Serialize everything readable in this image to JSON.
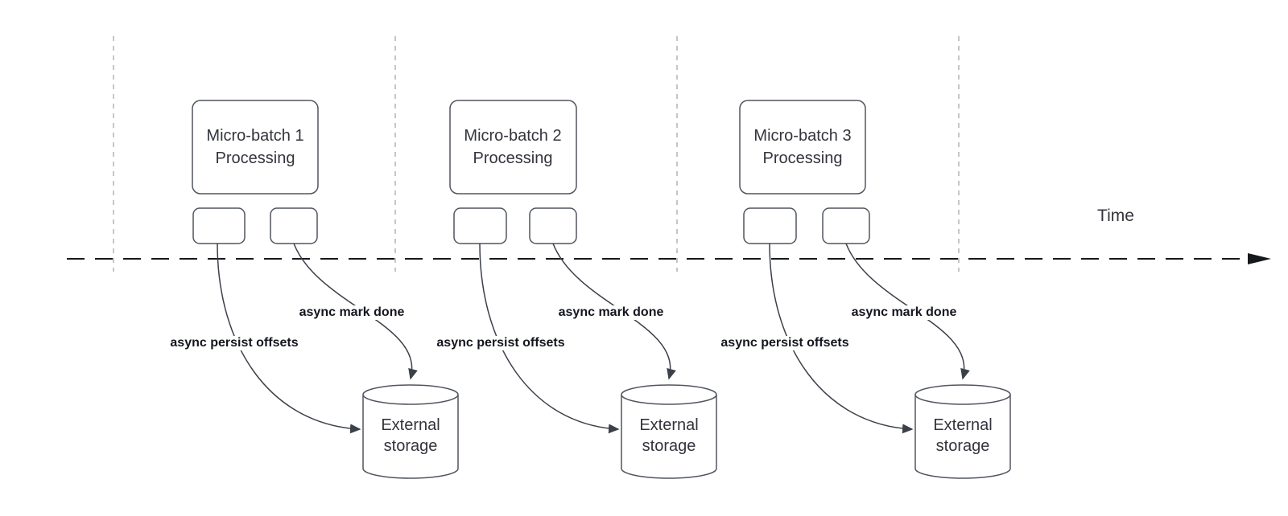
{
  "diagram": {
    "time_label": "Time",
    "batches": [
      {
        "title": "Micro-batch 1\nProcessing",
        "persist_label": "async persist offsets",
        "mark_done_label": "async mark done",
        "storage_label": "External\nstorage"
      },
      {
        "title": "Micro-batch 2\nProcessing",
        "persist_label": "async persist offsets",
        "mark_done_label": "async mark done",
        "storage_label": "External\nstorage"
      },
      {
        "title": "Micro-batch 3\nProcessing",
        "persist_label": "async persist offsets",
        "mark_done_label": "async mark done",
        "storage_label": "External\nstorage"
      }
    ],
    "colors": {
      "box_border": "#50555f",
      "box_text": "#33343c",
      "arrow": "#3b4049",
      "label_text": "#14161f",
      "divider": "#aeaeae",
      "timeline": "#17181c",
      "background": "#ffffff"
    }
  }
}
